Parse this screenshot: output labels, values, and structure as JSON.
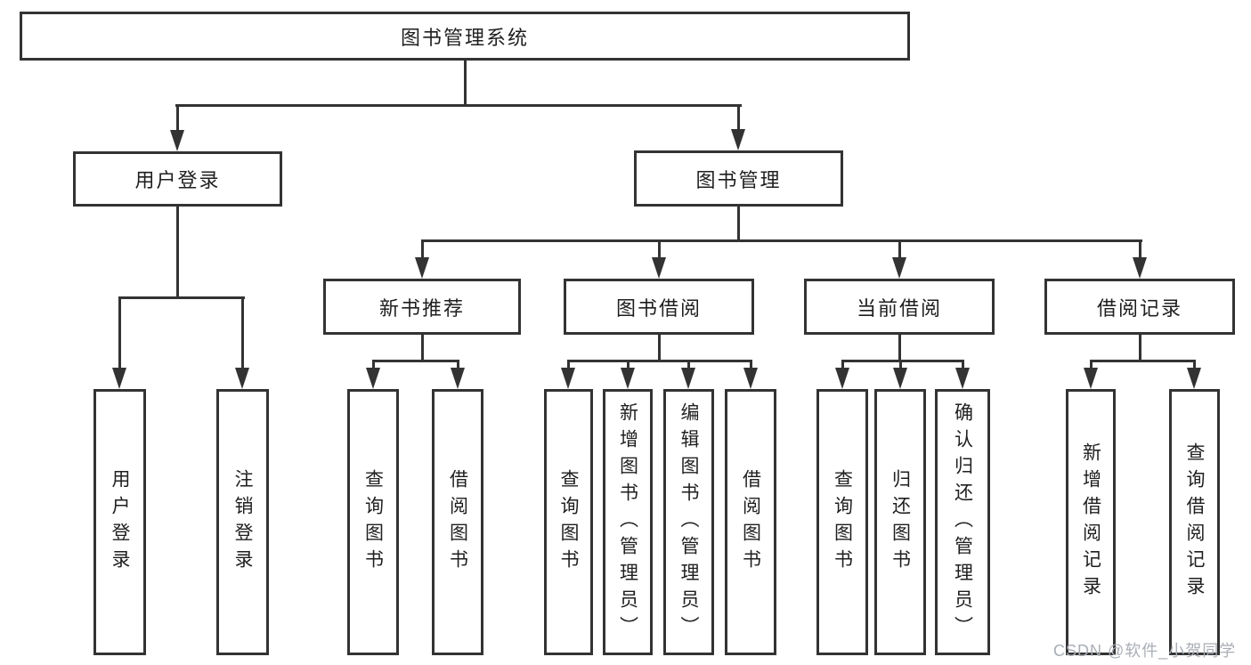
{
  "root": {
    "label": "图书管理系统"
  },
  "branches": {
    "user_login": {
      "label": "用户登录",
      "leaves": [
        {
          "label": "用户登录"
        },
        {
          "label": "注销登录"
        }
      ]
    },
    "book_management": {
      "label": "图书管理",
      "groups": [
        {
          "label": "新书推荐",
          "leaves": [
            {
              "label": "查询图书"
            },
            {
              "label": "借阅图书"
            }
          ]
        },
        {
          "label": "图书借阅",
          "leaves": [
            {
              "label": "查询图书"
            },
            {
              "label": "新增图书（管理员）"
            },
            {
              "label": "编辑图书（管理员）"
            },
            {
              "label": "借阅图书"
            }
          ]
        },
        {
          "label": "当前借阅",
          "leaves": [
            {
              "label": "查询图书"
            },
            {
              "label": "归还图书"
            },
            {
              "label": "确认归还（管理员）"
            }
          ]
        },
        {
          "label": "借阅记录",
          "leaves": [
            {
              "label": "新增借阅记录"
            },
            {
              "label": "查询借阅记录"
            }
          ]
        }
      ]
    }
  },
  "watermark": {
    "text": "CSDN @软件_小贺同学"
  },
  "colors": {
    "line": "#333333",
    "text": "#1f1f1f",
    "box_background": "#ffffff",
    "page_background": "#ffffff",
    "watermark": "#a9aeb6"
  }
}
